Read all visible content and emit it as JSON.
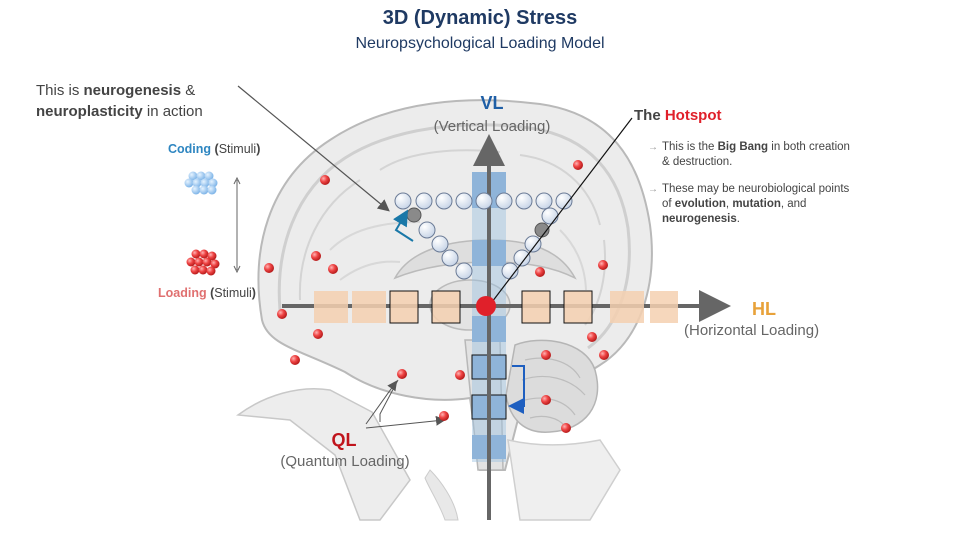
{
  "title": "3D (Dynamic) Stress",
  "subtitle": "Neuropsychological Loading Model",
  "callout": {
    "prefix": "This is ",
    "bold1": "neurogenesis",
    "mid": " &",
    "bold2": "neuroplasticity",
    "suffix": " in action"
  },
  "coding": {
    "word": "Coding",
    "open": " (",
    "stimuli": "Stimuli",
    "close": ")"
  },
  "loading": {
    "word": "Loading",
    "open": " (",
    "stimuli": "Stimuli",
    "close": ")"
  },
  "vl": {
    "label": "VL",
    "sub": "(Vertical Loading)"
  },
  "hotspot": {
    "prefix": "The ",
    "word": "Hotspot"
  },
  "notes": [
    {
      "pre": "This is the ",
      "b1": "Big Bang",
      "post": " in both creation & destruction."
    },
    {
      "pre": "These may be neurobiological points of ",
      "b1": "evolution",
      "mid": ", ",
      "b2": "mutation",
      "mid2": ", and ",
      "b3": "neurogenesis",
      "post": "."
    }
  ],
  "hl": {
    "label": "HL",
    "sub": "(Horizontal Loading)"
  },
  "ql": {
    "label": "QL",
    "sub": "(Quantum Loading)"
  },
  "colors": {
    "title": "#1f3a63",
    "vertical_box": "#8fb4d9",
    "horizontal_box": "#f5d0b0",
    "hotspot": "#e0202a",
    "particle": "#e53935",
    "coding_cluster": "#8ec5f0",
    "hl_label": "#e8a23a",
    "ql_label": "#c0141c",
    "arrow": "#666666"
  }
}
